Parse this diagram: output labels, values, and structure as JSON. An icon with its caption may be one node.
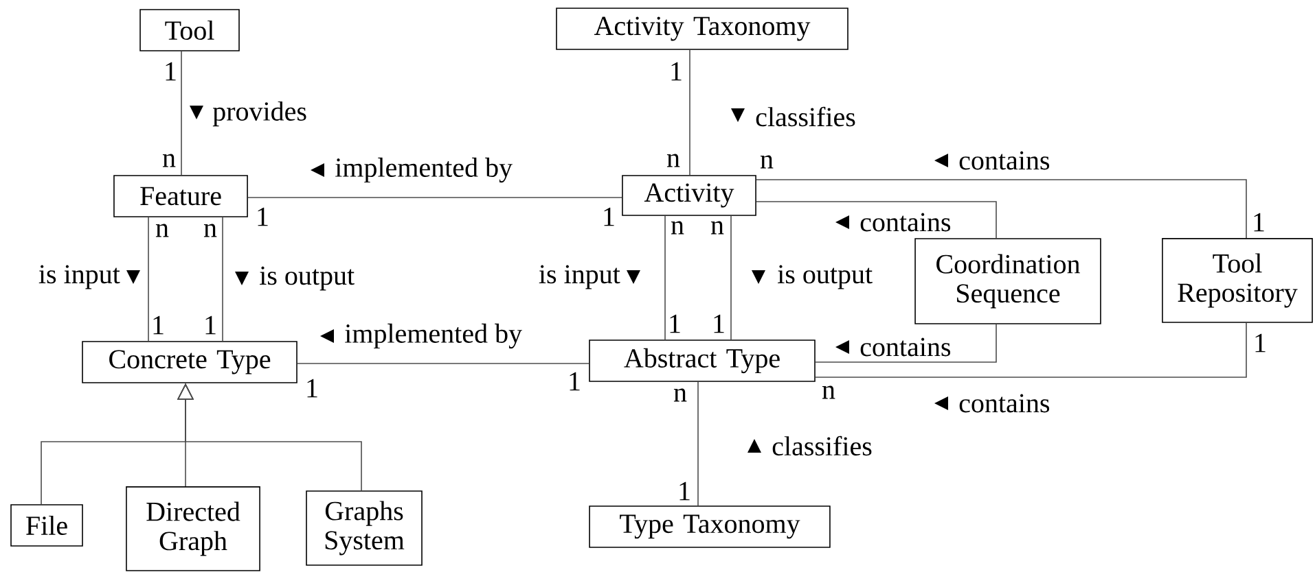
{
  "diagram": {
    "nodes": [
      {
        "text": [
          "Tool"
        ]
      },
      {
        "text": [
          "Activity Taxonomy"
        ]
      },
      {
        "text": [
          "Feature"
        ]
      },
      {
        "text": [
          "Activity"
        ]
      },
      {
        "text": [
          "Coordination Sequence"
        ]
      },
      {
        "text": [
          "Tool Repository"
        ]
      },
      {
        "text": [
          "Concrete Type"
        ]
      },
      {
        "text": [
          "Abstract Type"
        ]
      },
      {
        "text": [
          "File"
        ]
      },
      {
        "text": [
          "Directed Graph"
        ]
      },
      {
        "text": [
          "Graphs System"
        ]
      },
      {
        "text": [
          "Type Taxonomy"
        ]
      }
    ],
    "edges": [
      {
        "from": 0,
        "to": 2,
        "arrow": "none",
        "label": "provides"
      },
      {
        "from": 1,
        "to": 3,
        "arrow": "none",
        "label": "classifies"
      },
      {
        "from": 2,
        "to": 3,
        "arrow": "none",
        "label": "implemented by"
      },
      {
        "from": 3,
        "to": 5,
        "arrow": "none",
        "label": "contains"
      },
      {
        "from": 3,
        "to": 4,
        "arrow": "none",
        "label": "contains"
      },
      {
        "from": 2,
        "to": 6,
        "arrow": "none",
        "label": "is input"
      },
      {
        "from": 2,
        "to": 6,
        "arrow": "none",
        "label": "is output"
      },
      {
        "from": 3,
        "to": 7,
        "arrow": "none",
        "label": "is input"
      },
      {
        "from": 3,
        "to": 7,
        "arrow": "none",
        "label": "is output"
      },
      {
        "from": 6,
        "to": 7,
        "arrow": "none",
        "label": "implemented by"
      },
      {
        "from": 7,
        "to": 4,
        "arrow": "none",
        "label": "contains"
      },
      {
        "from": 7,
        "to": 5,
        "arrow": "none",
        "label": "contains"
      },
      {
        "from": 7,
        "to": 11,
        "arrow": "none",
        "label": "classifies"
      },
      {
        "from": 8,
        "to": 6,
        "arrow": "to"
      },
      {
        "from": 9,
        "to": 6,
        "arrow": "to"
      },
      {
        "from": 10,
        "to": 6,
        "arrow": "to"
      }
    ],
    "labels": [
      "1",
      "1",
      "n",
      "n",
      "n",
      "1",
      "1",
      "1",
      "n",
      "n",
      "n",
      "n",
      "1",
      "1",
      "1",
      "1",
      "1",
      "1",
      "1",
      "n",
      "n",
      "1"
    ]
  }
}
